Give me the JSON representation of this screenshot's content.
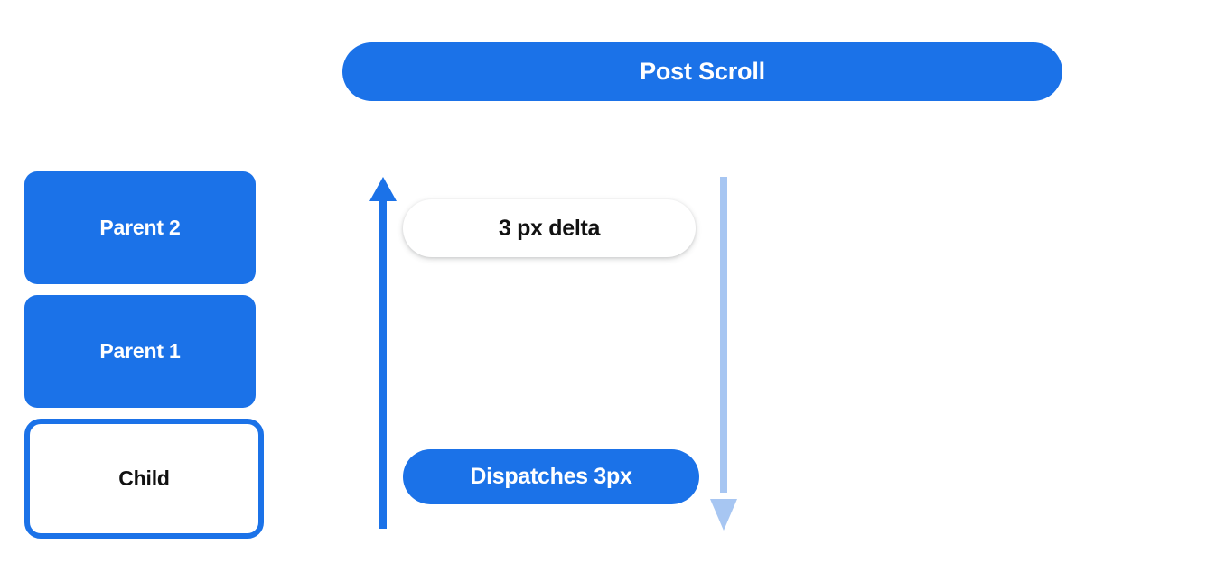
{
  "header": {
    "title": "Post Scroll",
    "accent_color": "#1b72e8",
    "text_color": "#ffffff"
  },
  "hierarchy": {
    "boxes": [
      {
        "label": "Parent 2",
        "style": "filled"
      },
      {
        "label": "Parent 1",
        "style": "filled"
      },
      {
        "label": "Child",
        "style": "outlined"
      }
    ]
  },
  "arrows": {
    "up": {
      "icon": "arrow-up-icon",
      "color": "#1b72e8",
      "direction": "up"
    },
    "down": {
      "icon": "arrow-down-icon",
      "color": "#a7c6f2",
      "direction": "down"
    }
  },
  "annotations": {
    "delta_pill": {
      "label": "3 px delta",
      "background": "#ffffff",
      "text_color": "#121212"
    },
    "dispatch_pill": {
      "label": "Dispatches 3px",
      "background": "#1b72e8",
      "text_color": "#ffffff"
    }
  }
}
